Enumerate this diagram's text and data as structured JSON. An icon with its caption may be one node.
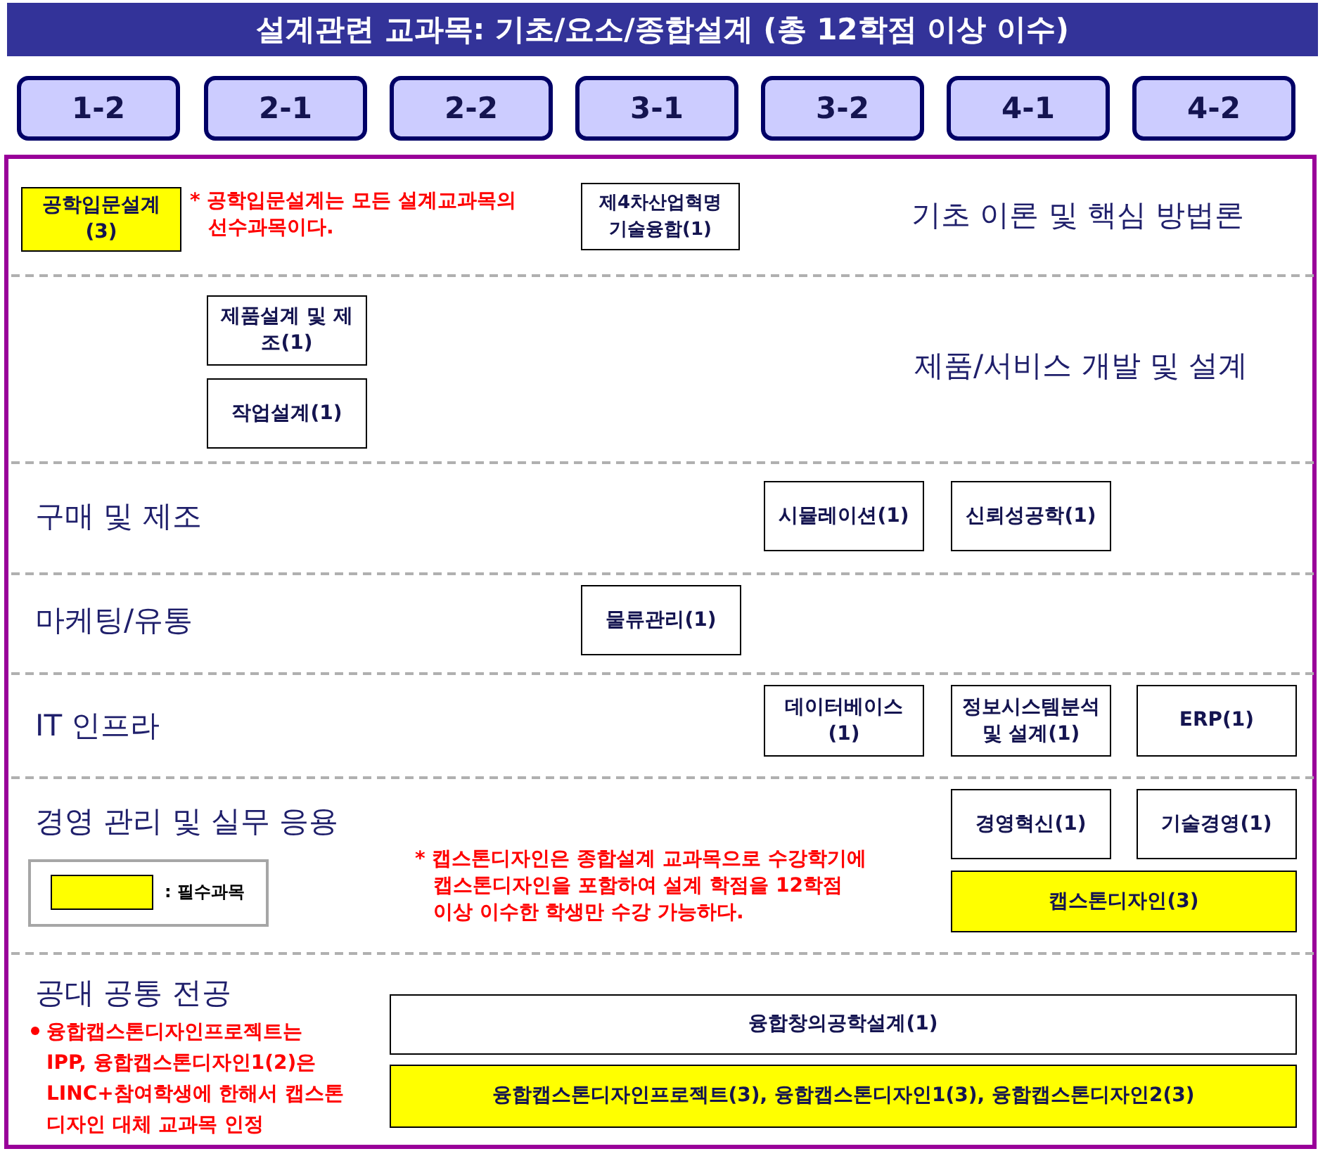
{
  "diagram": {
    "title": "설계관련 교과목: 기초/요소/종합설계 (총 12학점 이상 이수)",
    "nodes": [
      {
        "text": [
          "1-2"
        ]
      },
      {
        "text": [
          "2-1"
        ]
      },
      {
        "text": [
          "2-2"
        ]
      },
      {
        "text": [
          "3-1"
        ]
      },
      {
        "text": [
          "3-2"
        ]
      },
      {
        "text": [
          "4-1"
        ]
      },
      {
        "text": [
          "4-2"
        ]
      },
      {
        "text": [
          "공학입문설계 (3)"
        ]
      },
      {
        "text": [
          "제4차산업혁명 기술융합(1)"
        ]
      },
      {
        "text": [
          "제품설계 및 제조(1)"
        ]
      },
      {
        "text": [
          "작업설계(1)"
        ]
      },
      {
        "text": [
          "시뮬레이션(1)"
        ]
      },
      {
        "text": [
          "신뢰성공학(1)"
        ]
      },
      {
        "text": [
          "물류관리(1)"
        ]
      },
      {
        "text": [
          "데이터베이스 (1)"
        ]
      },
      {
        "text": [
          "정보시스템분석 및 설계(1)"
        ]
      },
      {
        "text": [
          "ERP(1)"
        ]
      },
      {
        "text": [
          "경영혁신(1)"
        ]
      },
      {
        "text": [
          "기술경영(1)"
        ]
      },
      {
        "text": [
          "캡스톤디자인(3)"
        ]
      },
      {
        "text": [
          "융합창의공학설계(1)"
        ]
      },
      {
        "text": [
          "융합캡스톤디자인프로젝트(3), 융합캡스톤디자인1(3), 융합캡스톤디자인2(3)"
        ]
      }
    ],
    "labels": [
      "* 공학입문설계는 모든 설계교과목의 선수과목이다.",
      "기초 이론 및 핵심 방법론",
      "제품/서비스 개발 및 설계",
      "구매 및 제조",
      "마케팅/유통",
      "IT 인프라",
      "경영 관리 및 실무 응용",
      "* 캡스톤디자인은 종합설계 교과목으로 수강학기에 캡스톤디자인을 포함하여 설계 학점을 12학점 이상 이수한 학생만 수강 가능하다.",
      "공대 공통 전공",
      "융합캡스톤디자인프로젝트는 IPP, 융합캡스톤디자인1(2)은 LINC+참여학생에 한해서 캡스톤디자인 대체 교과목 인정"
    ],
    "legend": [
      {
        "text": ": 필수과목",
        "color": "#ffff00"
      }
    ]
  }
}
